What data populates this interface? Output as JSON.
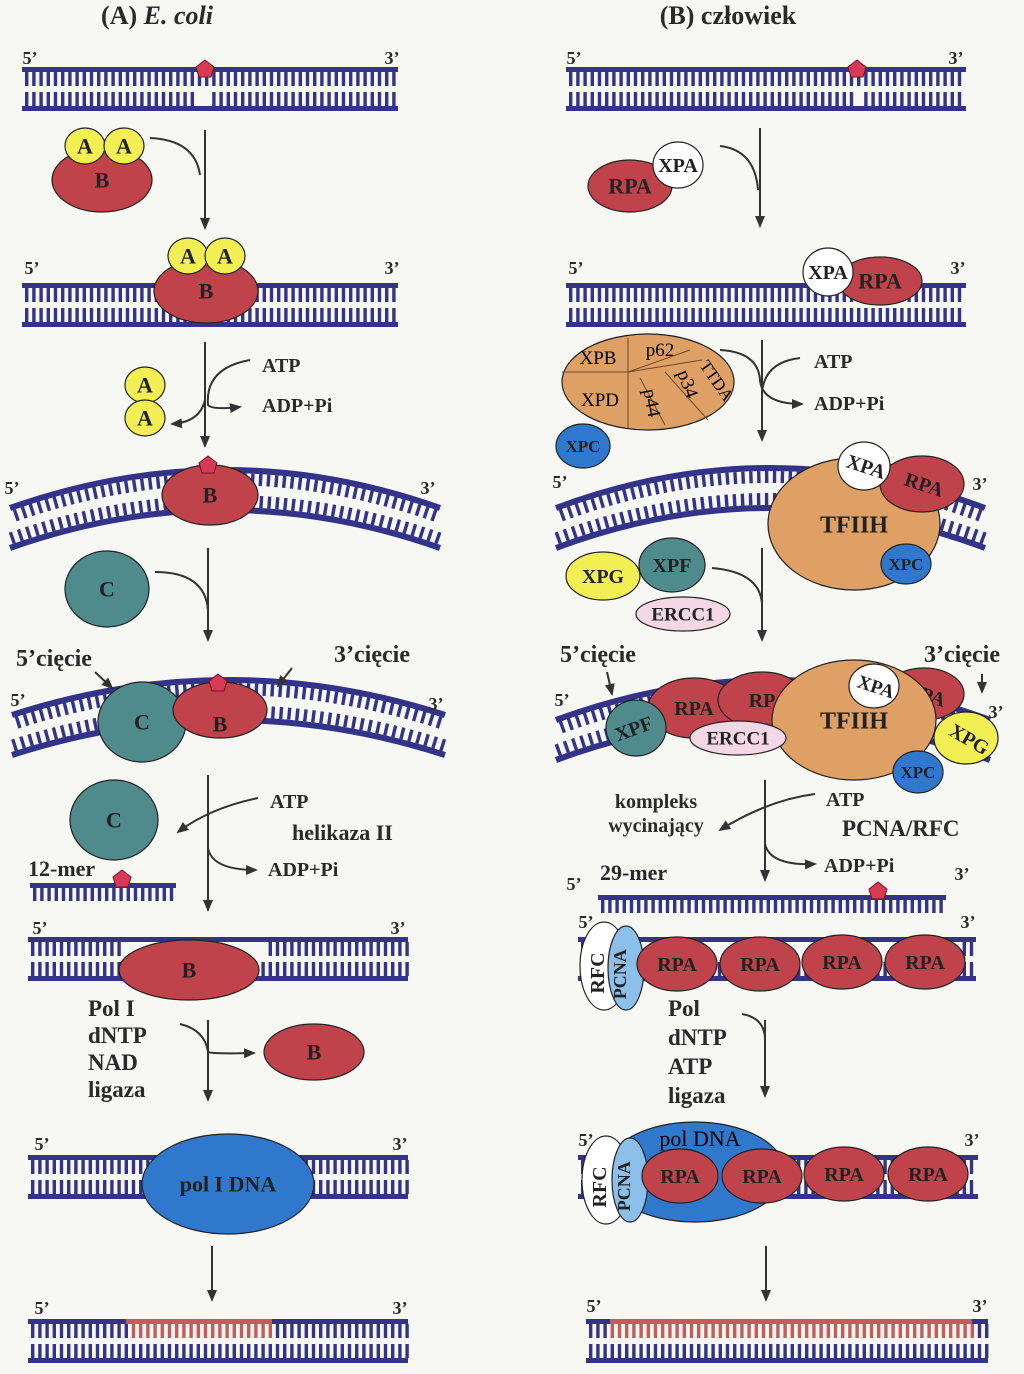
{
  "colors": {
    "dna_blue": "#33338a",
    "repaired_red": "#c85a5a",
    "protein_red": "#c0424a",
    "protein_yellow": "#f2ef54",
    "protein_teal": "#4f8a8c",
    "protein_orange": "#dea064",
    "protein_blue": "#2f78cc",
    "protein_white": "#ffffff",
    "protein_pink": "#f3d7e4",
    "protein_lightblue": "#8cc0ea",
    "lesion": "#d63a56",
    "text": "#2a2a2a"
  },
  "panel_a": {
    "title_prefix": "(A) ",
    "title_species": "E. coli",
    "end5": "5’",
    "end3": "3’",
    "protein_A": "A",
    "protein_B": "B",
    "protein_C": "C",
    "atp": "ATP",
    "adp": "ADP+Pi",
    "cut5": "5’cięcie",
    "cut3": "3’cięcie",
    "helicase": "helikaza II",
    "oligo": "12-mer",
    "reagents": [
      "Pol I",
      "dNTP",
      "NAD",
      "ligaza"
    ],
    "polymerase": "pol I DNA"
  },
  "panel_b": {
    "title": "(B) człowiek",
    "end5": "5’",
    "end3": "3’",
    "rpa": "RPA",
    "rpa_partial": "RP",
    "xpa": "XPA",
    "xpb": "XPB",
    "xpd": "XPD",
    "p62": "p62",
    "p44": "p44",
    "p34": "p34",
    "ttda": "TTDA",
    "xpc": "XPC",
    "tfiih": "TFIIH",
    "xpg": "XPG",
    "xpf": "XPF",
    "ercc1": "ERCC1",
    "atp": "ATP",
    "adp": "ADP+Pi",
    "cut5": "5’cięcie",
    "cut3": "3’cięcie",
    "excision_complex_1": "kompleks",
    "excision_complex_2": "wycinający",
    "pcna_rfc": "PCNA/RFC",
    "oligo": "29-mer",
    "rfc": "RFC",
    "pcna": "PCNA",
    "reagents": [
      "Pol",
      "dNTP",
      "ATP",
      "ligaza"
    ],
    "pol_dna": "pol DNA"
  }
}
